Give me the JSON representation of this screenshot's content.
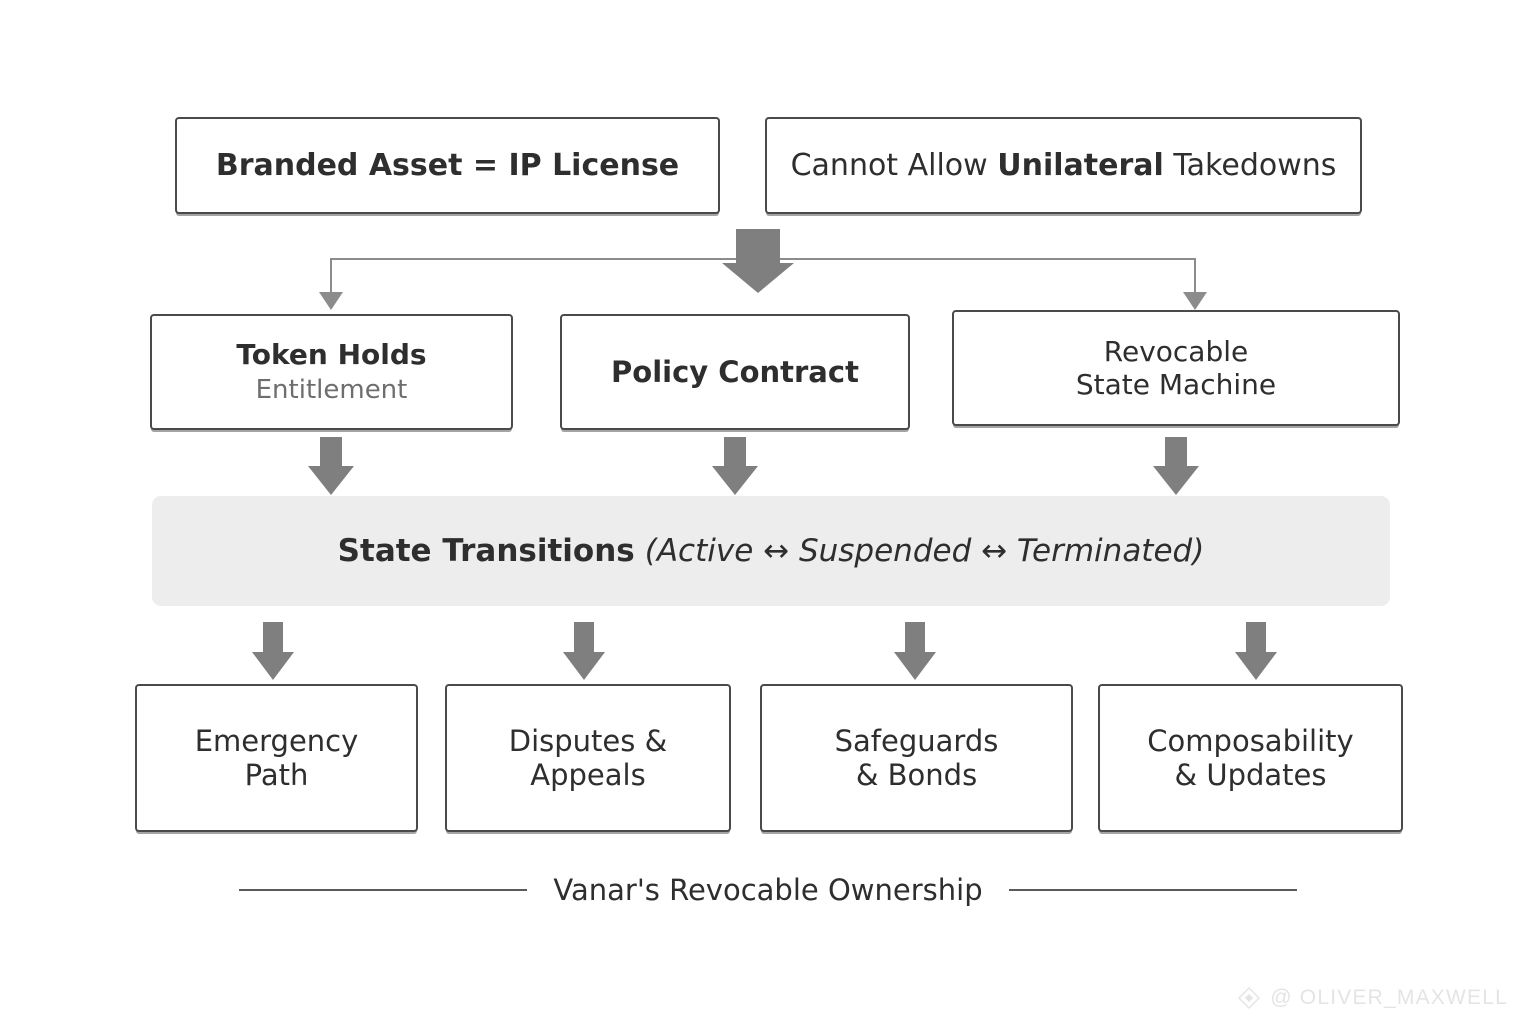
{
  "diagram": {
    "title": "Vanar's Revocable Ownership",
    "top_row": [
      {
        "label": "Branded Asset = IP License"
      },
      {
        "prefix": "Cannot Allow ",
        "emphasis": "Unilateral",
        "suffix": " Takedowns"
      }
    ],
    "middle_row": [
      {
        "title": "Token Holds",
        "subtitle": "Entitlement"
      },
      {
        "title": "Policy Contract",
        "subtitle": ""
      },
      {
        "line1": "Revocable",
        "line2": "State Machine"
      }
    ],
    "banner": {
      "heading": "State Transitions",
      "states": "(Active ↔ Suspended ↔ Terminated)",
      "state_list": [
        "Active",
        "Suspended",
        "Terminated"
      ],
      "background": "#ededed"
    },
    "bottom_row": [
      {
        "line1": "Emergency",
        "line2": "Path"
      },
      {
        "line1": "Disputes &",
        "line2": "Appeals"
      },
      {
        "line1": "Safeguards",
        "line2": "& Bonds"
      },
      {
        "line1": "Composability",
        "line2": "& Updates"
      }
    ],
    "colors": {
      "box_border": "#4a4a4a",
      "arrow_fill": "#7f7f7f",
      "connector_line": "#8c8c8c",
      "text": "#2e2e2e",
      "muted_text": "#6e6e6e",
      "background": "#ffffff"
    }
  },
  "watermark": {
    "handle": "@ OLIVER_MAXWELL",
    "logo": "diamond-logo"
  }
}
